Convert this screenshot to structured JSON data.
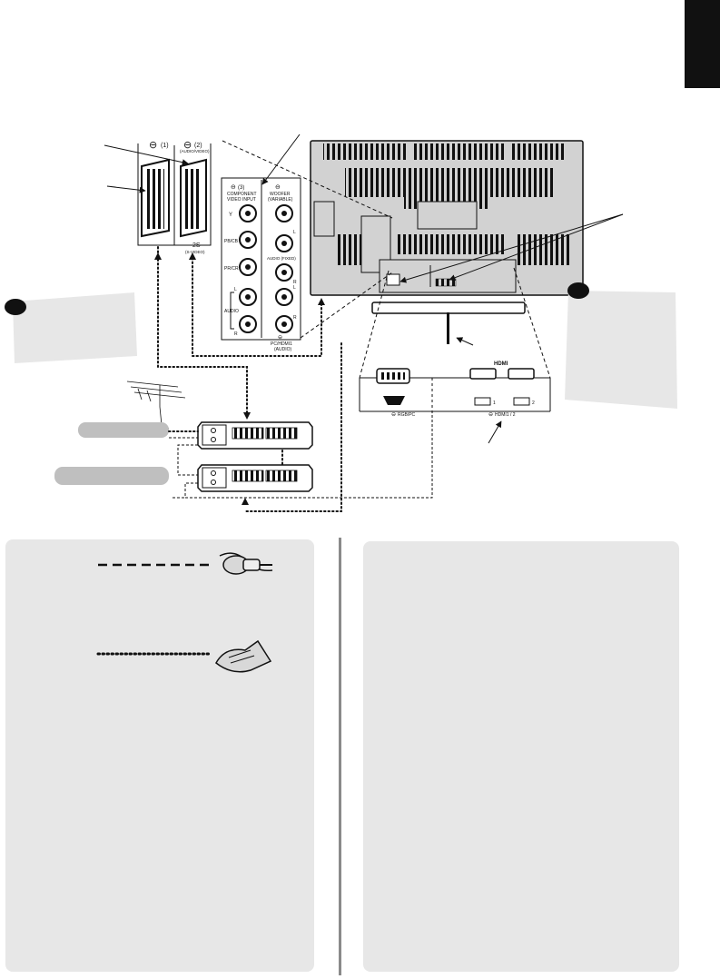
{
  "scart": {
    "label_1": "(1)",
    "label_2": "(2)",
    "label_2_sub": "(AUDIO/VIDEO)",
    "label_2s": "2S",
    "label_2s_sub": "(S-VIDEO)"
  },
  "av_panel": {
    "input_3": "(3)",
    "component_line1": "COMPONENT",
    "component_line2": "VIDEO INPUT",
    "woofer_line1": "WOOFER",
    "woofer_line2": "(VARIABLE)",
    "y_label": "Y",
    "pb_label": "PB/CB",
    "pr_label": "PR/CR",
    "audio_label": "AUDIO",
    "l_label": "L",
    "r_label": "R",
    "audio_fixed": "AUDIO (FIXED)",
    "pc_hdmi_line1": "PC/HDMI1",
    "pc_hdmi_line2": "(AUDIO)"
  },
  "lower_panel": {
    "rgb_pc": "RGB/PC",
    "hdmi_logo": "HDMI",
    "hdmi_12": "HDMI1 / 2",
    "port_1": "1",
    "port_2": "2"
  },
  "colors": {
    "panel_bg": "#e7e7e7",
    "tv_body": "#d2d2d2",
    "line": "#111111",
    "tab": "#111111"
  }
}
